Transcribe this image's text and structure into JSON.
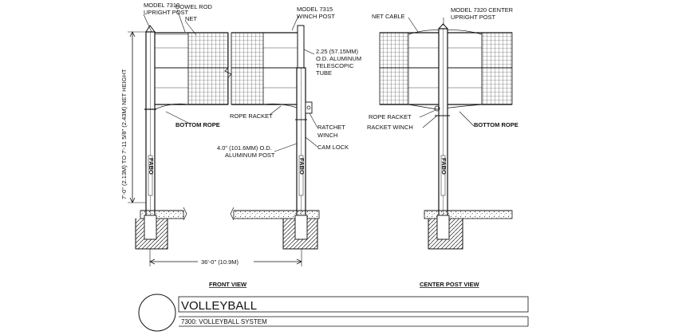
{
  "front_view": {
    "model_7310_line1": "MODEL 7310",
    "model_7310_line2": "UPRIGHT POST",
    "dowel_rod": "DOWEL ROD",
    "net": "NET",
    "model_7315_line1": "MODEL 7315",
    "model_7315_line2": "WINCH POST",
    "tube_line1": "2.25 (57.15MM)",
    "tube_line2": "O.D. ALUMINUM",
    "tube_line3": "TELESCOPIC",
    "tube_line4": "TUBE",
    "rope_racket": "ROPE RACKET",
    "bottom_rope": "BOTTOM ROPE",
    "ratchet_line1": "RATCHET",
    "ratchet_line2": "WINCH",
    "cam_lock": "CAM LOCK",
    "post_line1": "4.0\" (101.6MM) O.D.",
    "post_line2": "ALUMINUM POST",
    "net_height": "7'-0\" (2.13M) TO 7'-11 5/8\" (2.43M) NET HEIGHT",
    "width_dimension": "36'-0\" (10.9M)",
    "post_brand": "FABO",
    "title": "FRONT VIEW"
  },
  "center_view": {
    "net_cable": "NET CABLE",
    "model_7320_line1": "MODEL 7320 CENTER",
    "model_7320_line2": "UPRIGHT POST",
    "rope_racket": "ROPE RACKET",
    "racket_winch": "RACKET WINCH",
    "bottom_rope": "BOTTOM ROPE",
    "post_brand": "FABO",
    "title": "CENTER POST VIEW"
  },
  "title_block": {
    "title": "VOLLEYBALL",
    "subtitle": "7300: VOLLEYBALL SYSTEM"
  }
}
